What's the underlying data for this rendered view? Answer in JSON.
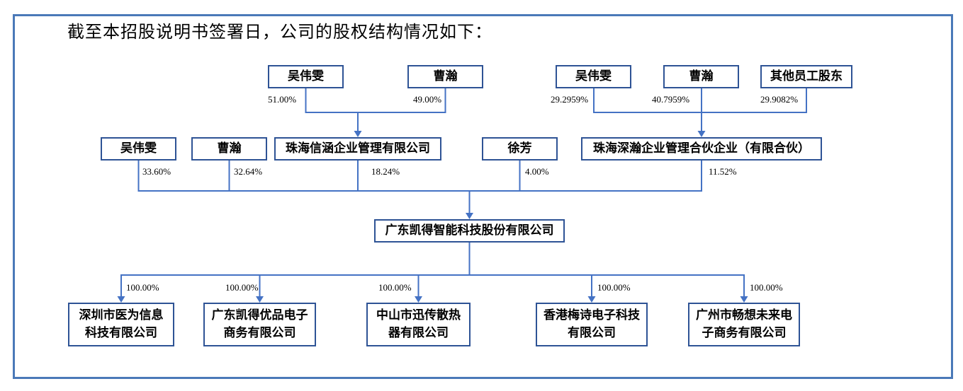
{
  "title": "截至本招股说明书签署日，公司的股权结构情况如下：",
  "colors": {
    "frame_border": "#4a79b8",
    "box_border": "#2e5395",
    "connector": "#4472c4",
    "text": "#000000"
  },
  "diagram": {
    "type": "equity-structure-tree",
    "row1_left": [
      {
        "name": "吴伟雯",
        "percent": "51.00%"
      },
      {
        "name": "曹瀚",
        "percent": "49.00%"
      }
    ],
    "row1_left_target": "珠海信涵企业管理有限公司",
    "row1_right": [
      {
        "name": "吴伟雯",
        "percent": "29.2959%"
      },
      {
        "name": "曹瀚",
        "percent": "40.7959%"
      },
      {
        "name": "其他员工股东",
        "percent": "29.9082%"
      }
    ],
    "row1_right_target": "珠海深瀚企业管理合伙企业（有限合伙）",
    "row2": [
      {
        "name": "吴伟雯",
        "percent": "33.60%"
      },
      {
        "name": "曹瀚",
        "percent": "32.64%"
      },
      {
        "name": "珠海信涵企业管理有限公司",
        "percent": "18.24%"
      },
      {
        "name": "徐芳",
        "percent": "4.00%"
      },
      {
        "name": "珠海深瀚企业管理合伙企业（有限合伙）",
        "percent": "11.52%"
      }
    ],
    "parent_company": "广东凯得智能科技股份有限公司",
    "subsidiaries": [
      {
        "name": "深圳市医为信息科技有限公司",
        "percent": "100.00%"
      },
      {
        "name": "广东凯得优品电子商务有限公司",
        "percent": "100.00%"
      },
      {
        "name": "中山市迅传散热器有限公司",
        "percent": "100.00%"
      },
      {
        "name": "香港梅诗电子科技有限公司",
        "percent": "100.00%"
      },
      {
        "name": "广州市畅想未来电子商务有限公司",
        "percent": "100.00%"
      }
    ]
  }
}
